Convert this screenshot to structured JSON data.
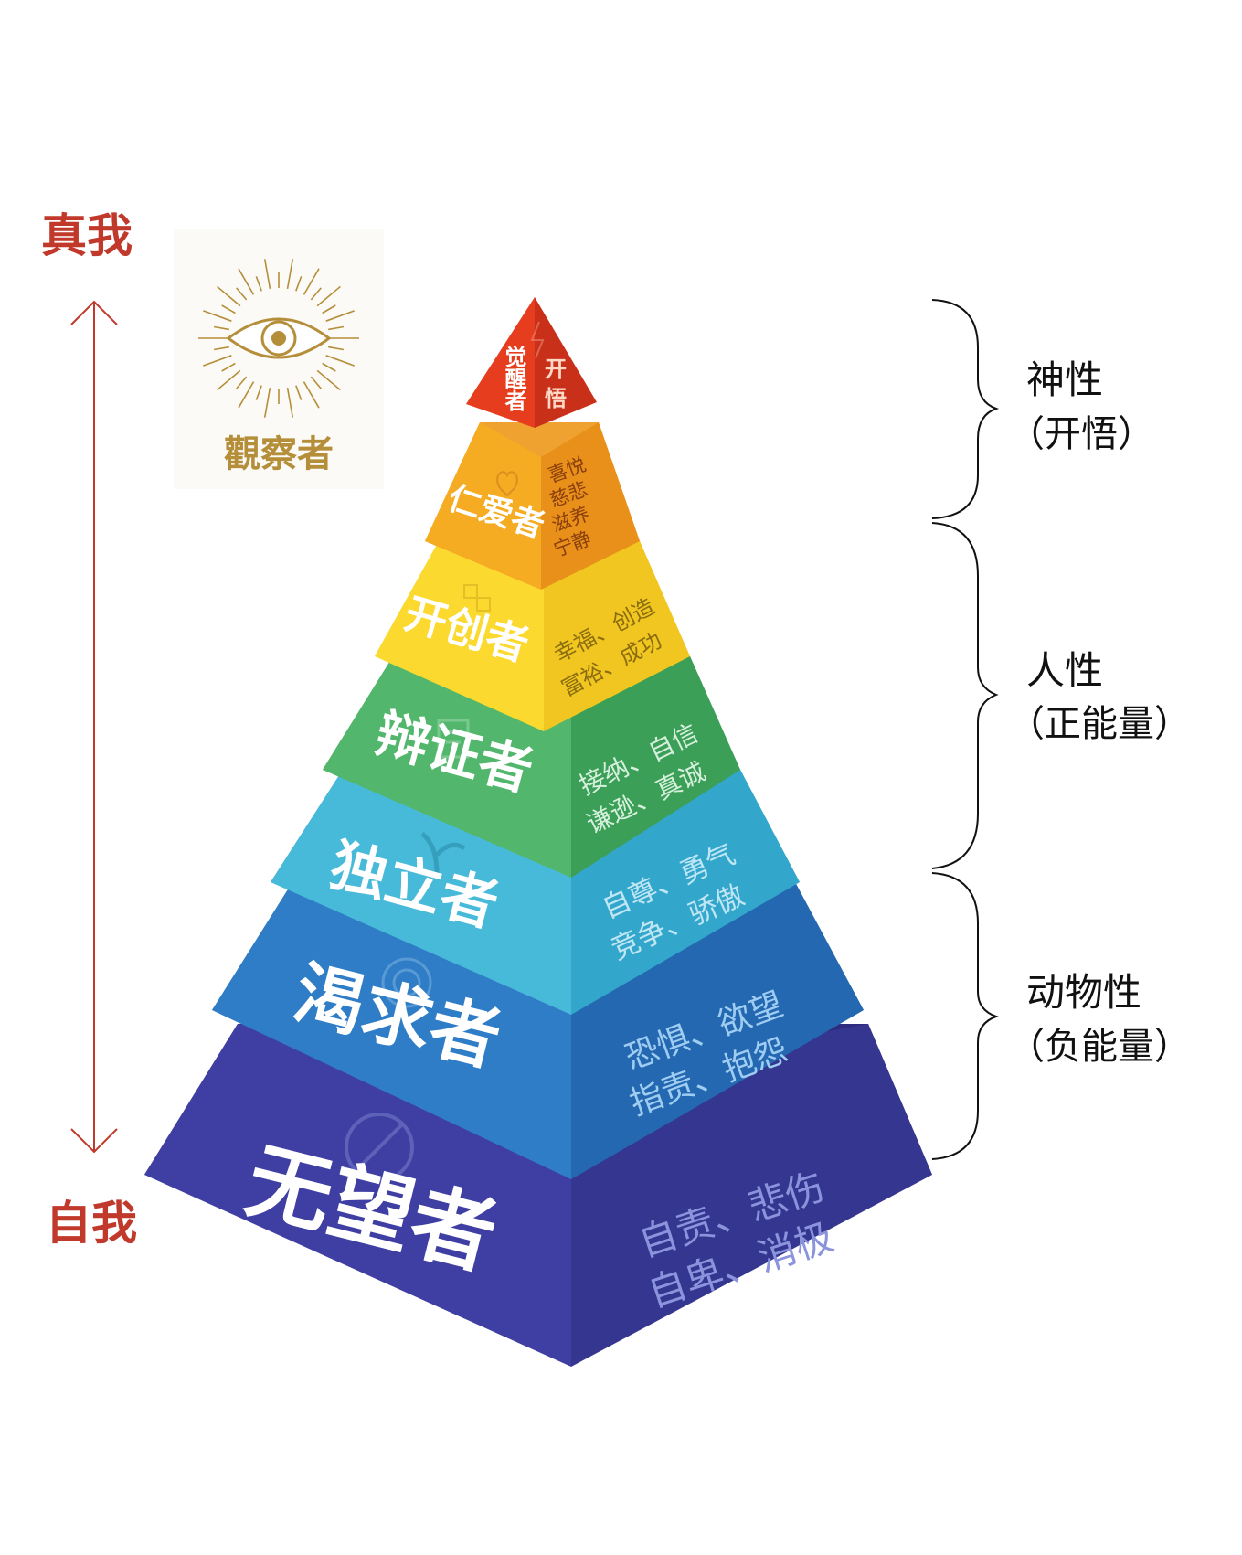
{
  "axis": {
    "top_label": "真我",
    "bottom_label": "自我",
    "color": "#c0392b"
  },
  "observer": {
    "label": "觀察者",
    "icon": "radiant-eye-icon",
    "color": "#b58e3a"
  },
  "groups": [
    {
      "line1": "神性",
      "line2": "（开悟）"
    },
    {
      "line1": "人性",
      "line2": "（正能量）"
    },
    {
      "line1": "动物性",
      "line2": "（负能量）"
    }
  ],
  "levels": [
    {
      "name": "觉醒者",
      "traits": [
        "开",
        "悟"
      ],
      "colors": {
        "left": "#e63d1f",
        "right": "#c9301a"
      },
      "icon": "lightning-icon"
    },
    {
      "name": "仁爱者",
      "traits": [
        "喜悦",
        "慈悲",
        "滋养",
        "宁静"
      ],
      "colors": {
        "left": "#f5a81f",
        "right": "#e8901a",
        "top": "#f0a230"
      },
      "icon": "heart-icon"
    },
    {
      "name": "开创者",
      "traits": [
        "幸福、创造",
        "富裕、成功"
      ],
      "colors": {
        "left": "#fbd92e",
        "right": "#f2c620",
        "top": "#e6c22c"
      },
      "icon": "building-blocks-icon"
    },
    {
      "name": "辩证者",
      "traits": [
        "接纳、自信",
        "谦逊、真诚"
      ],
      "colors": {
        "left": "#4fb56a",
        "right": "#3a9e57",
        "top": "#38924e"
      },
      "icon": "document-icon"
    },
    {
      "name": "独立者",
      "traits": [
        "自尊、勇气",
        "竞争、骄傲"
      ],
      "colors": {
        "left": "#46b8d8",
        "right": "#33a6cc",
        "top": "#2e96b4"
      },
      "icon": "sprout-icon"
    },
    {
      "name": "渴求者",
      "traits": [
        "恐惧、欲望",
        "指责、抱怨"
      ],
      "colors": {
        "left": "#2f7dc6",
        "right": "#2468b2",
        "top": "#22609f"
      },
      "icon": "spiral-icon"
    },
    {
      "name": "无望者",
      "traits": [
        "自责、悲伤",
        "自卑、消极"
      ],
      "colors": {
        "left": "#3e3ea0",
        "right": "#34358f",
        "top": "#2e2c7e"
      },
      "icon": "broken-circle-icon"
    }
  ]
}
